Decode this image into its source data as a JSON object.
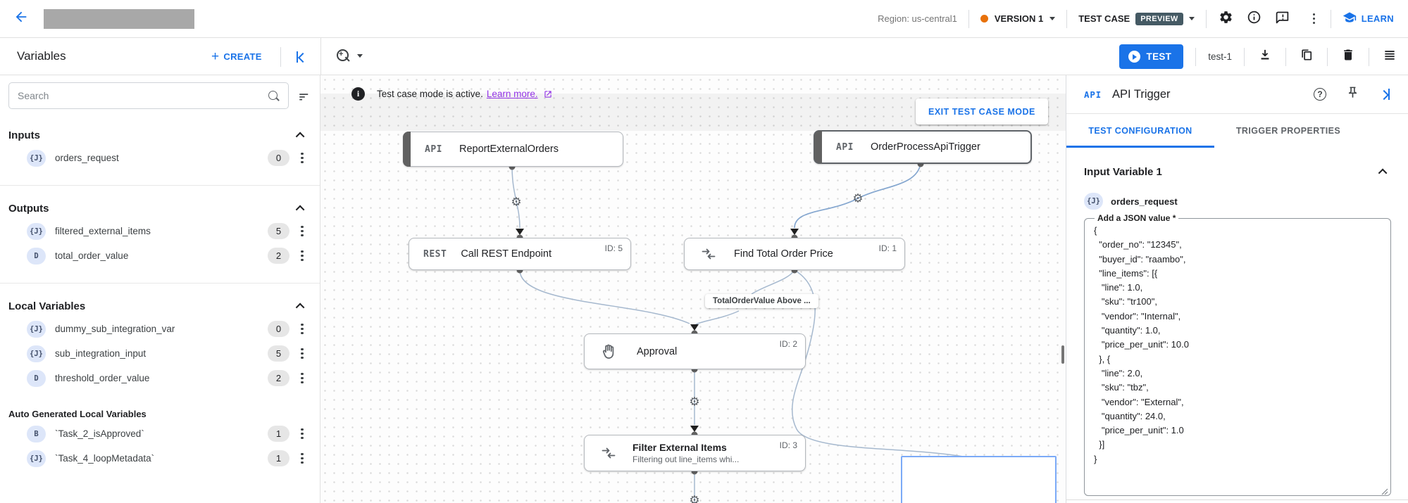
{
  "topbar": {
    "region": "Region: us-central1",
    "version_label": "VERSION 1",
    "test_case_label": "TEST CASE",
    "preview_badge": "PREVIEW",
    "learn_label": "LEARN",
    "colors": {
      "accent": "#1a73e8",
      "version_dot": "#e8710a",
      "preview_bg": "#455a64"
    }
  },
  "toolbar": {
    "title": "Variables",
    "create_label": "CREATE",
    "test_button_label": "TEST",
    "test_case_name": "test-1"
  },
  "sidebar": {
    "search_placeholder": "Search",
    "sections": [
      {
        "title": "Inputs",
        "items": [
          {
            "type": "{J}",
            "name": "orders_request",
            "count": "0"
          }
        ]
      },
      {
        "title": "Outputs",
        "items": [
          {
            "type": "{J}",
            "name": "filtered_external_items",
            "count": "5"
          },
          {
            "type": "D",
            "name": "total_order_value",
            "count": "2"
          }
        ]
      },
      {
        "title": "Local Variables",
        "items": [
          {
            "type": "{J}",
            "name": "dummy_sub_integration_var",
            "count": "0"
          },
          {
            "type": "{J}",
            "name": "sub_integration_input",
            "count": "5"
          },
          {
            "type": "D",
            "name": "threshold_order_value",
            "count": "2"
          }
        ],
        "subsection": {
          "title": "Auto Generated Local Variables",
          "items": [
            {
              "type": "B",
              "name": "`Task_2_isApproved`",
              "count": "1"
            },
            {
              "type": "{J}",
              "name": "`Task_4_loopMetadata`",
              "count": "1"
            }
          ]
        }
      }
    ]
  },
  "canvas": {
    "banner": {
      "message": "Test case mode is active.",
      "link_label": "Learn more.",
      "exit_button": "EXIT TEST CASE MODE"
    },
    "nodes": {
      "report": {
        "chip": "API",
        "title": "ReportExternalOrders"
      },
      "trigger": {
        "chip": "API",
        "title": "OrderProcessApiTrigger"
      },
      "rest": {
        "chip": "REST",
        "title": "Call REST Endpoint",
        "id": "ID: 5"
      },
      "find": {
        "title": "Find Total Order Price",
        "id": "ID: 1"
      },
      "approval": {
        "title": "Approval",
        "id": "ID: 2"
      },
      "filter": {
        "title": "Filter External Items",
        "subtitle": "Filtering out line_items whi...",
        "id": "ID: 3"
      }
    },
    "edge_label": "TotalOrderValue Above ..."
  },
  "panel": {
    "chip": "API",
    "title": "API Trigger",
    "tabs": [
      {
        "label": "TEST CONFIGURATION"
      },
      {
        "label": "TRIGGER PROPERTIES"
      }
    ],
    "section_title": "Input Variable 1",
    "variable": {
      "type": "{J}",
      "name": "orders_request"
    },
    "field_label": "Add a JSON value *",
    "json_value": "{\n  \"order_no\": \"12345\",\n  \"buyer_id\": \"raambo\",\n  \"line_items\": [{\n   \"line\": 1.0,\n   \"sku\": \"tr100\",\n   \"vendor\": \"Internal\",\n   \"quantity\": 1.0,\n   \"price_per_unit\": 10.0\n  }, {\n   \"line\": 2.0,\n   \"sku\": \"tbz\",\n   \"vendor\": \"External\",\n   \"quantity\": 24.0,\n   \"price_per_unit\": 1.0\n  }]\n}"
  }
}
